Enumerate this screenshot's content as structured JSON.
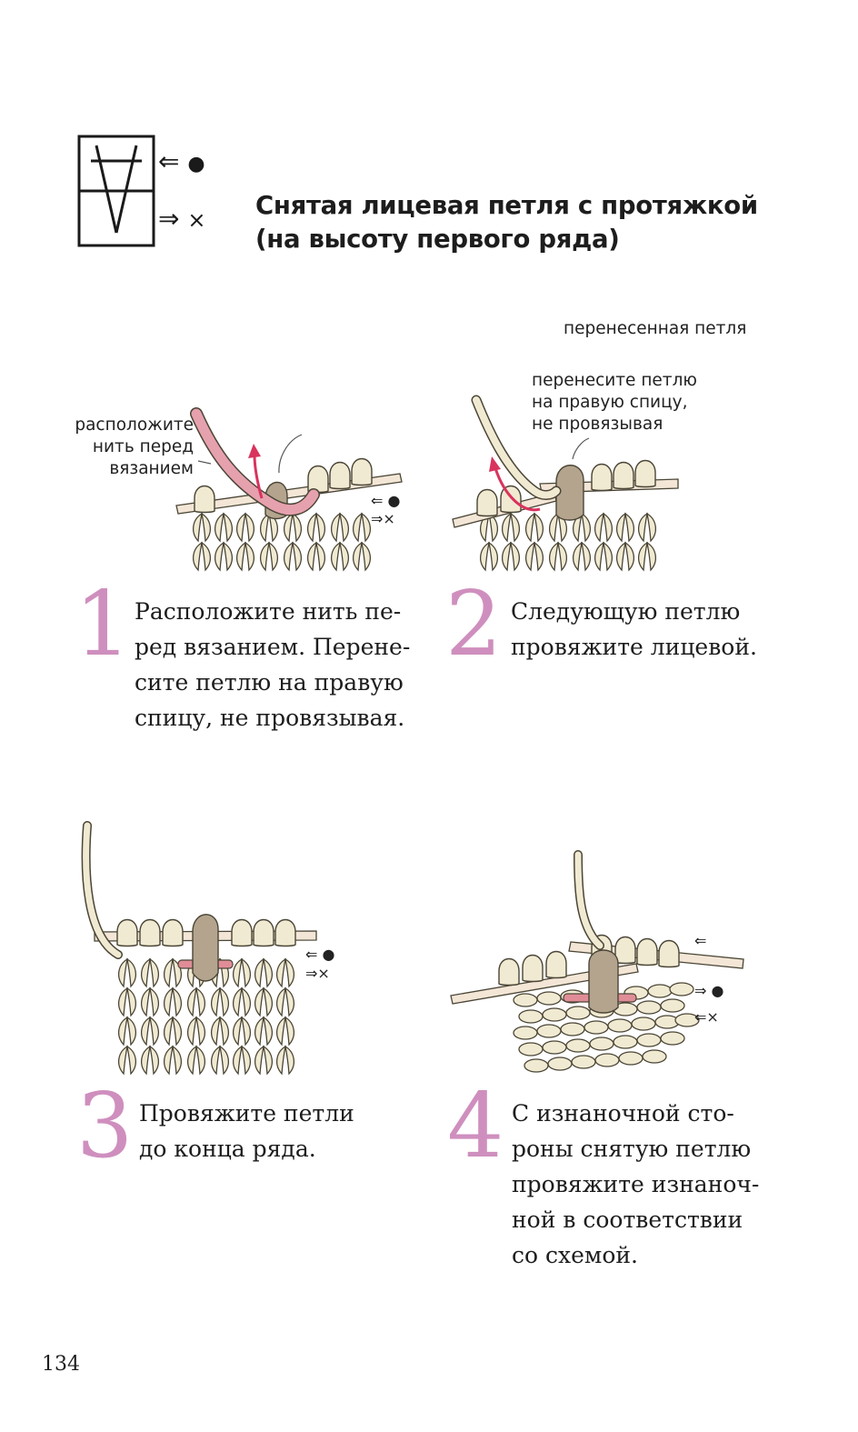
{
  "header": {
    "title_line1": "Снятая лицевая петля с протяжкой",
    "title_line2": "(на высоту первого ряда)"
  },
  "labels": {
    "transferred_loop": "перенесенная петля",
    "place_yarn_1": "расположите",
    "place_yarn_2": "нить перед",
    "place_yarn_3": "вязанием",
    "transfer_1": "перенесите петлю",
    "transfer_2": "на правую спицу,",
    "transfer_3": "не провязывая"
  },
  "symbols": {
    "arrow_left": "⇐",
    "arrow_right": "⇒",
    "dot": "●",
    "cross": "×"
  },
  "steps": [
    {
      "number": "1",
      "lines": [
        "Расположите нить пе-",
        "ред вязанием. Перене-",
        "сите петлю на правую",
        "спицу, не провязывая."
      ]
    },
    {
      "number": "2",
      "lines": [
        "Следующую петлю",
        "провяжите лицевой."
      ]
    },
    {
      "number": "3",
      "lines": [
        "Провяжите петли",
        "до конца ряда."
      ]
    },
    {
      "number": "4",
      "lines": [
        "С изнаночной сто-",
        "роны снятую петлю",
        "провяжите изнаноч-",
        "ной в соответствии",
        "со схемой."
      ]
    }
  ],
  "page_number": "134",
  "colors": {
    "accent_pink": "#cf8fbe",
    "yarn_cream": "#f1ead2",
    "yarn_outline": "#4a4536",
    "slipped_loop": "#b4a48e",
    "pull_yarn": "#e08d98",
    "arrow_red": "#d9335d",
    "needle": "#f3e6d6"
  }
}
